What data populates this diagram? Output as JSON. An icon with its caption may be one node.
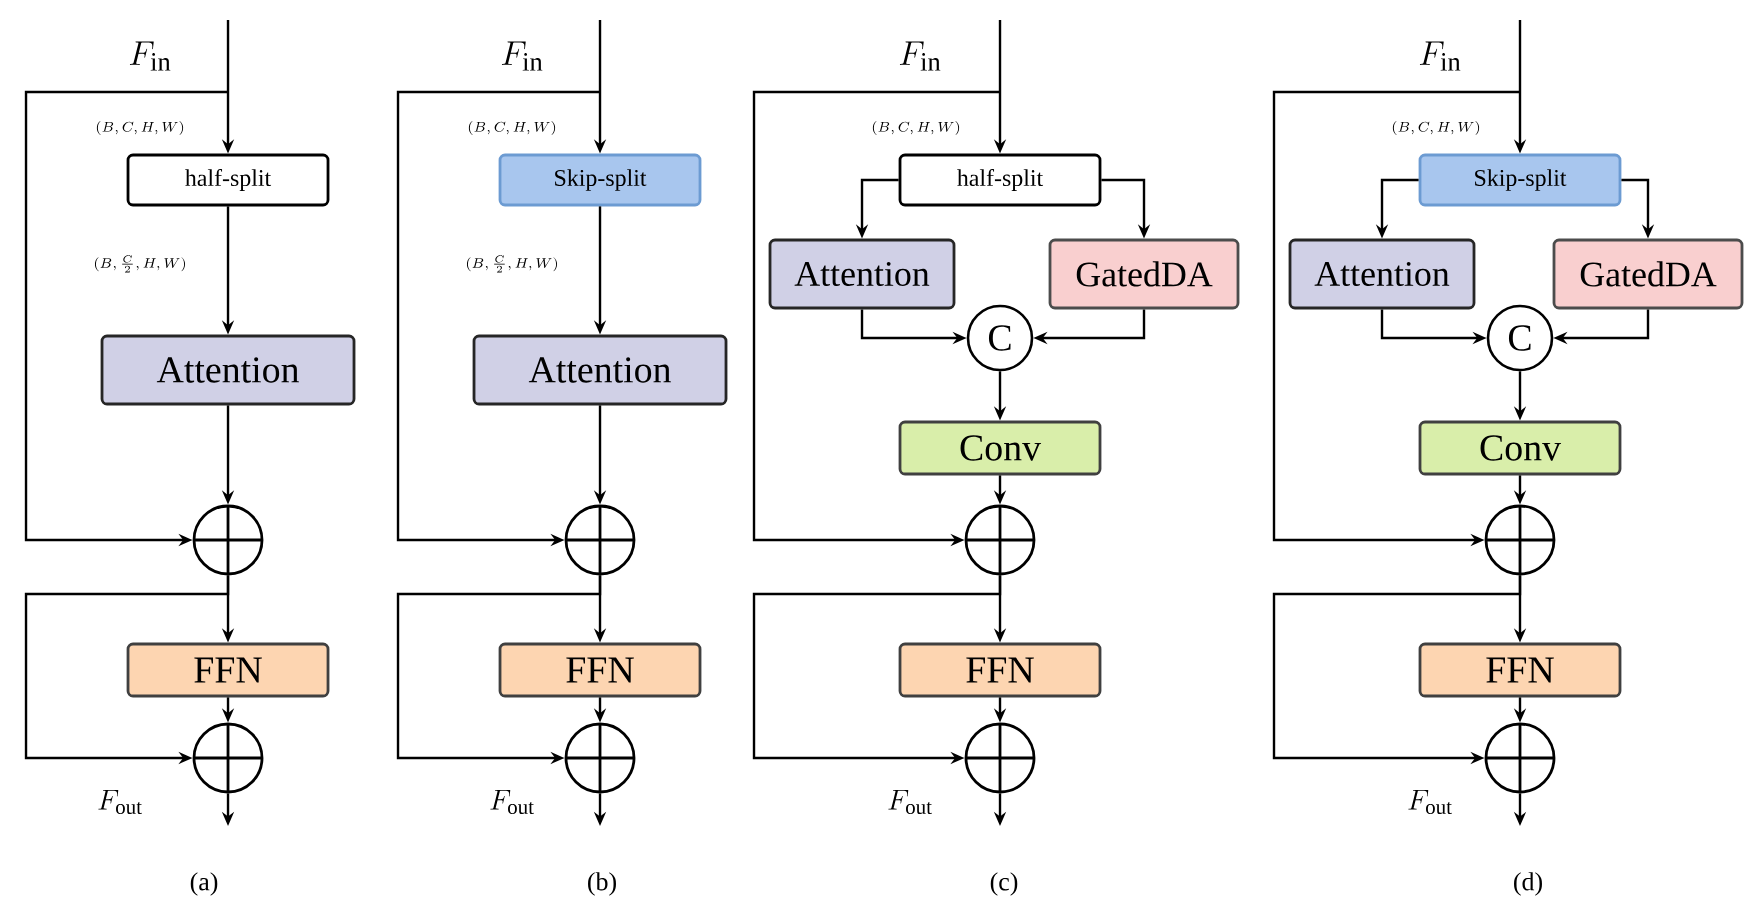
{
  "diagram": {
    "nodes": [
      {
        "text": [
          "half-split"
        ]
      },
      {
        "text": [
          "Attention"
        ]
      },
      {
        "text": [],
        "shape": "circle"
      },
      {
        "text": [
          "FFN"
        ]
      },
      {
        "text": [],
        "shape": "circle"
      },
      {
        "text": [
          "Skip-split"
        ]
      },
      {
        "text": [
          "Attention"
        ]
      },
      {
        "text": [],
        "shape": "circle"
      },
      {
        "text": [
          "FFN"
        ]
      },
      {
        "text": [],
        "shape": "circle"
      },
      {
        "text": [
          "half-split"
        ]
      },
      {
        "text": [
          "Attention"
        ]
      },
      {
        "text": [
          "GatedDA"
        ]
      },
      {
        "text": [
          "C"
        ]
      },
      {
        "text": [
          "Conv"
        ]
      },
      {
        "text": [],
        "shape": "circle"
      },
      {
        "text": [
          "FFN"
        ]
      },
      {
        "text": [],
        "shape": "circle"
      },
      {
        "text": [
          "Skip-split"
        ]
      },
      {
        "text": [
          "Attention"
        ]
      },
      {
        "text": [
          "GatedDA"
        ]
      },
      {
        "text": [
          "C"
        ]
      },
      {
        "text": [
          "Conv"
        ]
      },
      {
        "text": [],
        "shape": "circle"
      },
      {
        "text": [
          "FFN"
        ]
      },
      {
        "text": [],
        "shape": "circle"
      }
    ],
    "edges": [
      {
        "from": null,
        "to": 0,
        "arrow": "to"
      },
      {
        "from": 0,
        "to": 1,
        "arrow": "to"
      },
      {
        "from": 1,
        "to": 2,
        "arrow": "to"
      },
      {
        "from": null,
        "to": 2,
        "arrow": "to"
      },
      {
        "from": 2,
        "to": 3,
        "arrow": "to"
      },
      {
        "from": 2,
        "to": 4,
        "arrow": "to"
      },
      {
        "from": 3,
        "to": 4,
        "arrow": "to"
      },
      {
        "from": 4,
        "to": null,
        "arrow": "to"
      },
      {
        "from": null,
        "to": 5,
        "arrow": "to"
      },
      {
        "from": 5,
        "to": 6,
        "arrow": "to"
      },
      {
        "from": 6,
        "to": 7,
        "arrow": "to"
      },
      {
        "from": null,
        "to": 7,
        "arrow": "to"
      },
      {
        "from": 7,
        "to": 8,
        "arrow": "to"
      },
      {
        "from": 7,
        "to": 9,
        "arrow": "to"
      },
      {
        "from": 8,
        "to": 9,
        "arrow": "to"
      },
      {
        "from": 9,
        "to": null,
        "arrow": "to"
      },
      {
        "from": null,
        "to": 10,
        "arrow": "to"
      },
      {
        "from": 10,
        "to": 11,
        "arrow": "to"
      },
      {
        "from": 10,
        "to": 12,
        "arrow": "to"
      },
      {
        "from": 11,
        "to": 13,
        "arrow": "to"
      },
      {
        "from": 12,
        "to": 13,
        "arrow": "to"
      },
      {
        "from": 13,
        "to": 14,
        "arrow": "to"
      },
      {
        "from": 14,
        "to": 15,
        "arrow": "to"
      },
      {
        "from": null,
        "to": 15,
        "arrow": "to"
      },
      {
        "from": 15,
        "to": 16,
        "arrow": "to"
      },
      {
        "from": 15,
        "to": 17,
        "arrow": "to"
      },
      {
        "from": 16,
        "to": 17,
        "arrow": "to"
      },
      {
        "from": 17,
        "to": null,
        "arrow": "to"
      },
      {
        "from": null,
        "to": 18,
        "arrow": "to"
      },
      {
        "from": 18,
        "to": 19,
        "arrow": "to"
      },
      {
        "from": 18,
        "to": 20,
        "arrow": "to"
      },
      {
        "from": 19,
        "to": 21,
        "arrow": "to"
      },
      {
        "from": 20,
        "to": 21,
        "arrow": "to"
      },
      {
        "from": 21,
        "to": 22,
        "arrow": "to"
      },
      {
        "from": 22,
        "to": 23,
        "arrow": "to"
      },
      {
        "from": null,
        "to": 23,
        "arrow": "to"
      },
      {
        "from": 23,
        "to": 24,
        "arrow": "to"
      },
      {
        "from": 23,
        "to": 25,
        "arrow": "to"
      },
      {
        "from": 24,
        "to": 25,
        "arrow": "to"
      },
      {
        "from": 25,
        "to": null,
        "arrow": "to"
      }
    ],
    "labels": [
      "F_{\\mathrm{in}}",
      "(B,C,H,W)",
      "(B,\\frac{C}{2},H,W)",
      "F_{\\mathrm{out}}",
      "(a)",
      "F_{\\mathrm{in}}",
      "(B,C,H,W)",
      "(B,\\frac{C}{2},H,W)",
      "F_{\\mathrm{out}}",
      "(b)",
      "F_{\\mathrm{in}}",
      "(B,C,H,W)",
      "F_{\\mathrm{out}}",
      "(c)",
      "F_{\\mathrm{in}}",
      "(B,C,H,W)",
      "F_{\\mathrm{out}}",
      "(d)"
    ]
  }
}
